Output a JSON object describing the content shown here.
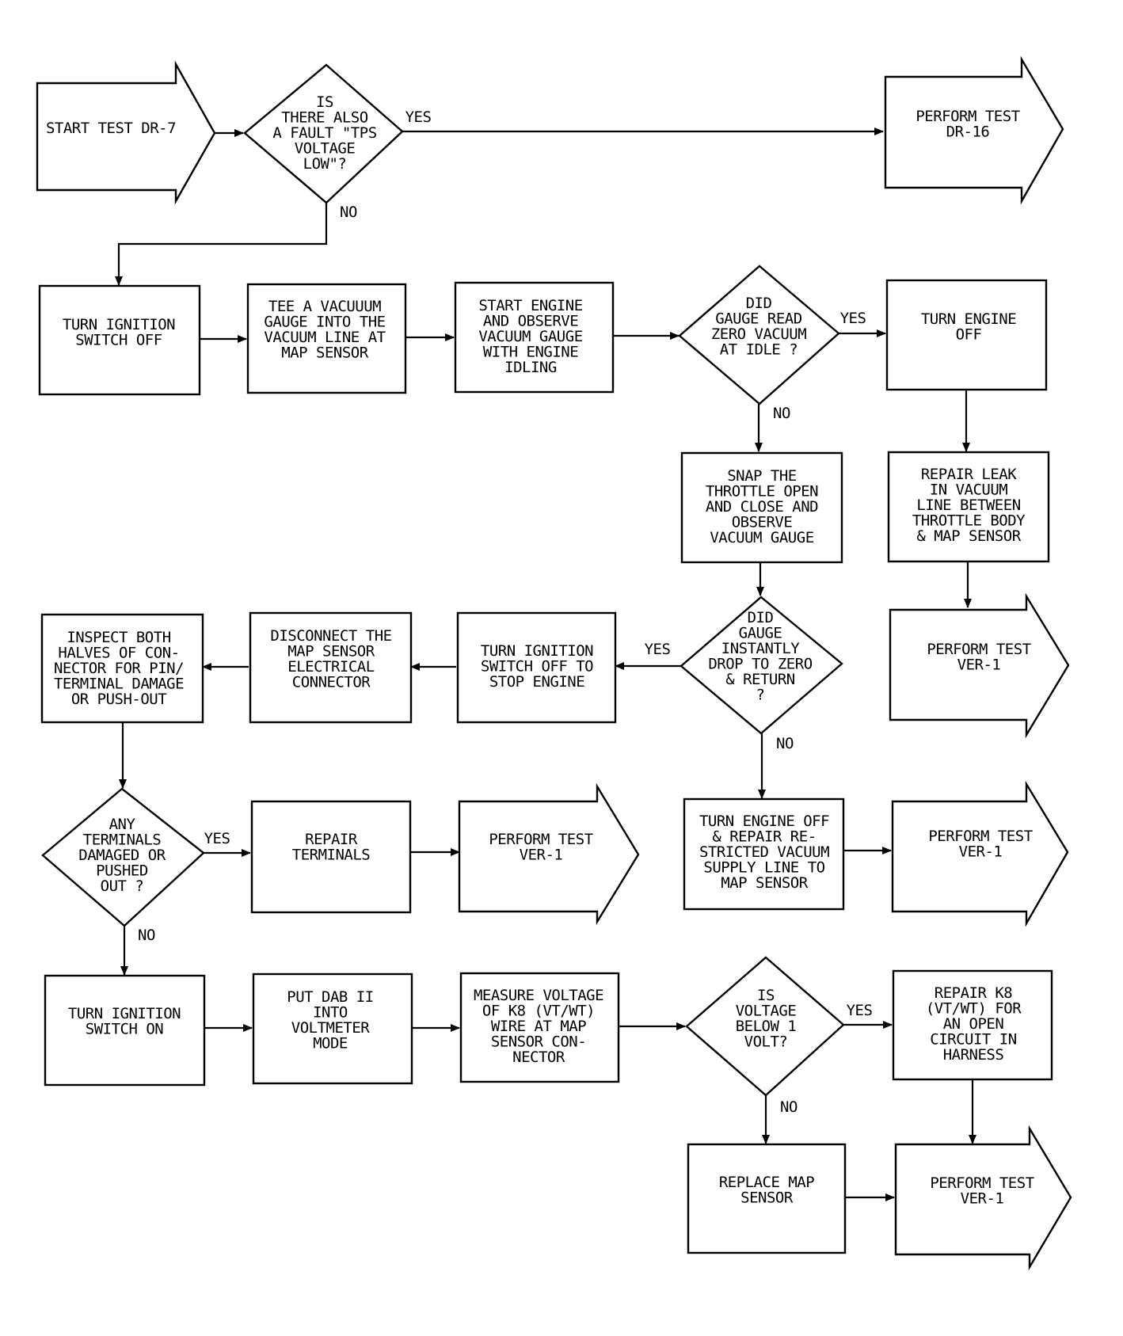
{
  "nodes": {
    "start": [
      "START TEST DR-7"
    ],
    "q_tps": [
      "IS",
      "THERE ALSO",
      "A FAULT \"TPS",
      "VOLTAGE",
      "LOW\"?"
    ],
    "dr16": [
      "PERFORM TEST",
      "DR-16"
    ],
    "ign_off": [
      "TURN IGNITION",
      "SWITCH OFF"
    ],
    "tee_gauge": [
      "TEE A VACUUUM",
      "GAUGE INTO THE",
      "VACUUM LINE AT",
      "MAP SENSOR"
    ],
    "start_engine": [
      "START ENGINE",
      "AND OBSERVE",
      "VACUUM GAUGE",
      "WITH ENGINE",
      "IDLING"
    ],
    "q_zero": [
      "DID",
      "GAUGE READ",
      "ZERO VACUUM",
      "AT IDLE ?"
    ],
    "engine_off": [
      "TURN ENGINE",
      "OFF"
    ],
    "snap": [
      "SNAP THE",
      "THROTTLE OPEN",
      "AND CLOSE AND",
      "OBSERVE",
      "VACUUM GAUGE"
    ],
    "repair_leak": [
      "REPAIR LEAK",
      "IN VACUUM",
      "LINE BETWEEN",
      "THROTTLE BODY",
      "& MAP SENSOR"
    ],
    "ver1_a": [
      "PERFORM TEST",
      "VER-1"
    ],
    "q_drop": [
      "DID",
      "GAUGE",
      "INSTANTLY",
      "DROP TO ZERO",
      "& RETURN",
      "?"
    ],
    "ign_off_stop": [
      "TURN IGNITION",
      "SWITCH OFF TO",
      "STOP ENGINE"
    ],
    "disconnect": [
      "DISCONNECT THE",
      "MAP SENSOR",
      "ELECTRICAL",
      "CONNECTOR"
    ],
    "inspect": [
      "INSPECT BOTH",
      "HALVES OF CON-",
      "NECTOR FOR PIN/",
      "TERMINAL DAMAGE",
      "OR PUSH-OUT"
    ],
    "q_terminals": [
      "ANY",
      "TERMINALS",
      "DAMAGED OR",
      "PUSHED",
      "OUT ?"
    ],
    "repair_terminals": [
      "REPAIR",
      "TERMINALS"
    ],
    "ver1_b": [
      "PERFORM TEST",
      "VER-1"
    ],
    "restricted": [
      "TURN ENGINE OFF",
      "& REPAIR RE-",
      "STRICTED VACUUM",
      "SUPPLY LINE TO",
      "MAP SENSOR"
    ],
    "ver1_c": [
      "PERFORM TEST",
      "VER-1"
    ],
    "ign_on": [
      "TURN IGNITION",
      "SWITCH ON"
    ],
    "dab": [
      "PUT DAB II",
      "INTO",
      "VOLTMETER",
      "MODE"
    ],
    "measure": [
      "MEASURE VOLTAGE",
      "OF K8 (VT/WT)",
      "WIRE AT MAP",
      "SENSOR CON-",
      "NECTOR"
    ],
    "q_volt": [
      "IS",
      "VOLTAGE",
      "BELOW 1",
      "VOLT?"
    ],
    "repair_k8": [
      "REPAIR K8",
      "(VT/WT) FOR",
      "AN OPEN",
      "CIRCUIT IN",
      "HARNESS"
    ],
    "replace_map": [
      "REPLACE MAP",
      "SENSOR"
    ],
    "ver1_d": [
      "PERFORM TEST",
      "VER-1"
    ]
  },
  "edge_labels": {
    "tps_yes": "YES",
    "tps_no": "NO",
    "zero_yes": "YES",
    "zero_no": "NO",
    "drop_yes": "YES",
    "drop_no": "NO",
    "terminals_yes": "YES",
    "terminals_no": "NO",
    "volt_yes": "YES",
    "volt_no": "NO"
  }
}
